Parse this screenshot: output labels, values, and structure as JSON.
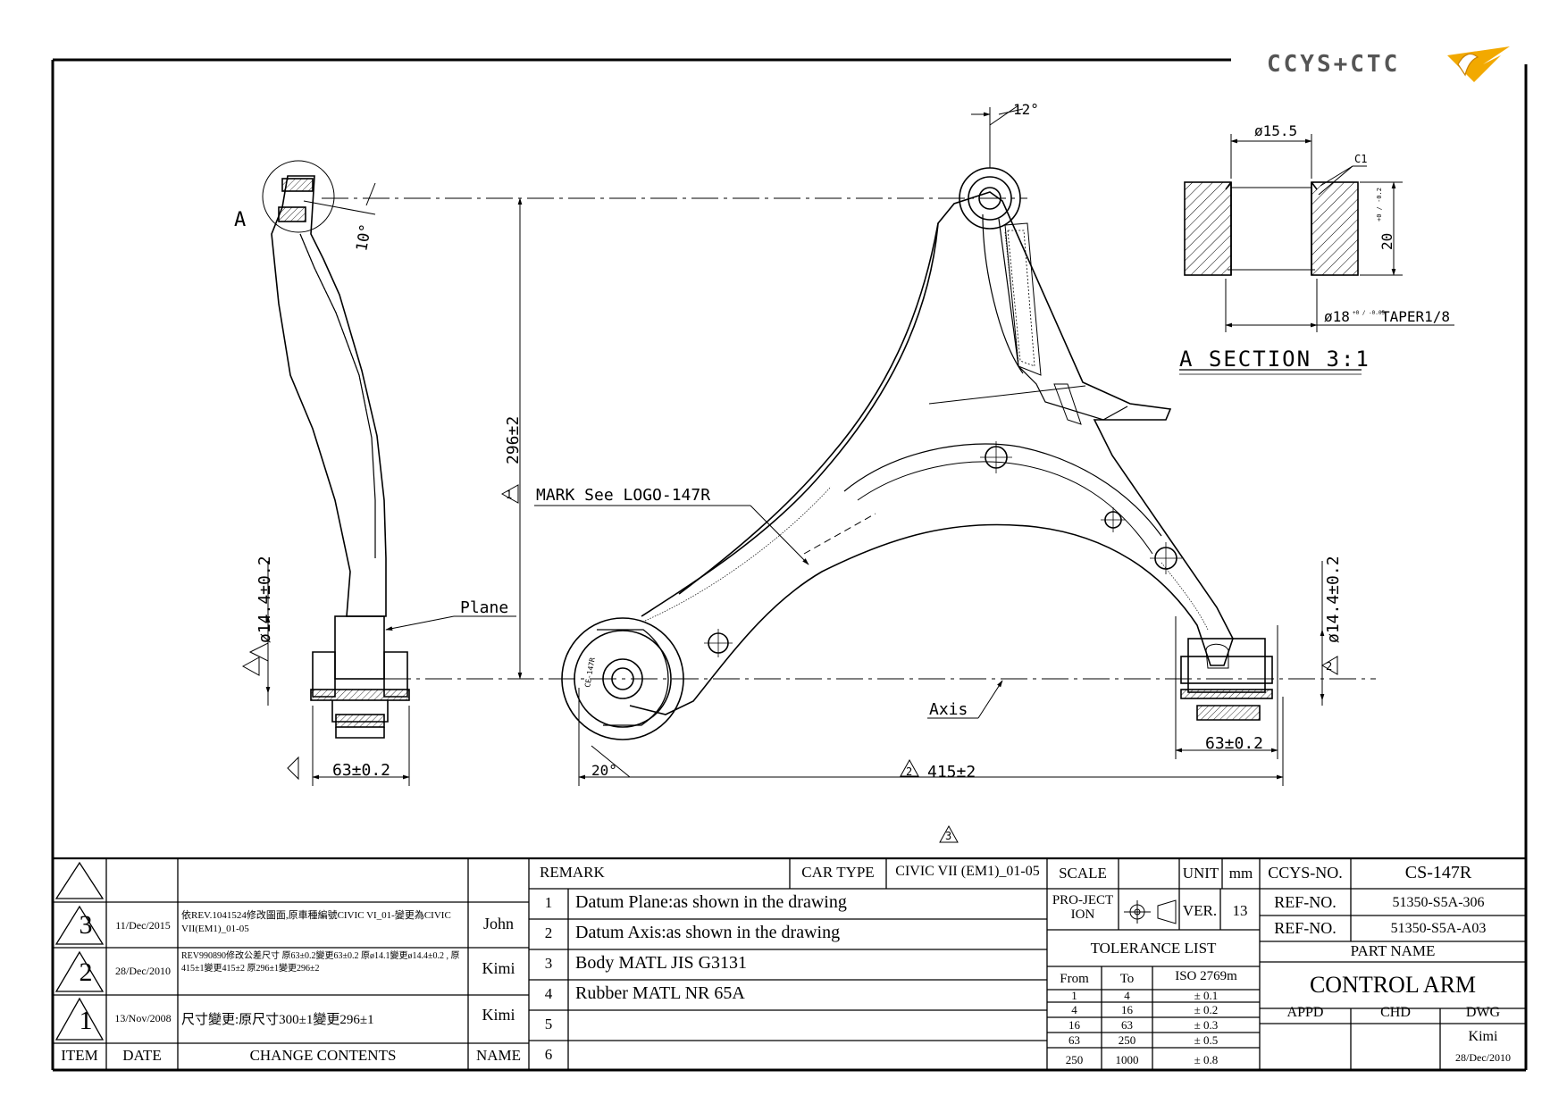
{
  "logo": {
    "text": "CCYS+CTC"
  },
  "drawing": {
    "view_a_label": "A",
    "angle_10": "10°",
    "angle_12": "12°",
    "angle_20": "20°",
    "dim_296": "296±2",
    "dim_14_4": "ø14.4±0.2",
    "dim_63": "63±0.2",
    "dim_415": "415±2",
    "plane_label": "Plane",
    "mark_label": "MARK See LOGO-147R",
    "axis_label": "Axis",
    "section_title": "A SECTION 3:1",
    "dim_15_5": "ø15.5",
    "dim_c1": "C1",
    "dim_20": "20",
    "dim_20_tol": "+0 / -0.2",
    "dim_18": "ø18",
    "dim_18_tol": "+0 / -0.05",
    "taper": "TAPER1/8",
    "rev_1": "1",
    "rev_2": "2",
    "rev_3": "3",
    "bushing_mark": "CE-147R"
  },
  "revisions": {
    "rows": [
      {
        "item": "3",
        "date": "11/Dec/2015",
        "contents": "依REV.1041524修改圖面,原車種編號CIVIC VI_01-變更為CIVIC VII(EM1)_01-05",
        "name": "John"
      },
      {
        "item": "2",
        "date": "28/Dec/2010",
        "contents": "REV990890修改公差尺寸 原63±0.2變更63±0.2 原ø14.1變更ø14.4±0.2 , 原415±1變更415±2 原296±1變更296±2",
        "name": "Kimi"
      },
      {
        "item": "1",
        "date": "13/Nov/2008",
        "contents": "尺寸變更:原尺寸300±1變更296±1",
        "name": "Kimi"
      }
    ],
    "header": {
      "item": "ITEM",
      "date": "DATE",
      "contents": "CHANGE CONTENTS",
      "name": "NAME"
    }
  },
  "remarks": {
    "title": "REMARK",
    "car_type_label": "CAR TYPE",
    "car_type_value": "CIVIC VII (EM1)_01-05",
    "rows": [
      {
        "no": "1",
        "text": "Datum Plane:as shown in the drawing"
      },
      {
        "no": "2",
        "text": "Datum Axis:as shown in the drawing"
      },
      {
        "no": "3",
        "text": "Body MATL JIS G3131"
      },
      {
        "no": "4",
        "text": "Rubber MATL NR 65A"
      },
      {
        "no": "5",
        "text": ""
      },
      {
        "no": "6",
        "text": ""
      }
    ]
  },
  "title_block": {
    "scale_label": "SCALE",
    "unit_label": "UNIT",
    "unit_value": "mm",
    "projection_label": "PRO-JECTION",
    "ver_label": "VER.",
    "ver_value": "13",
    "tolerance_title": "TOLERANCE LIST",
    "tol_headers": [
      "From",
      "To",
      "ISO 2769m"
    ],
    "tol_rows": [
      [
        "1",
        "4",
        "± 0.1"
      ],
      [
        "4",
        "16",
        "± 0.2"
      ],
      [
        "16",
        "63",
        "± 0.3"
      ],
      [
        "63",
        "250",
        "± 0.5"
      ],
      [
        "250",
        "1000",
        "± 0.8"
      ]
    ],
    "ccys_label": "CCYS-NO.",
    "ccys_value": "CS-147R",
    "ref1_label": "REF-NO.",
    "ref1_value": "51350-S5A-306",
    "ref2_label": "REF-NO.",
    "ref2_value": "51350-S5A-A03",
    "part_name_label": "PART NAME",
    "part_name_value": "CONTROL ARM",
    "appd_label": "APPD",
    "chd_label": "CHD",
    "dwg_label": "DWG",
    "dwg_name": "Kimi",
    "dwg_date": "28/Dec/2010"
  }
}
